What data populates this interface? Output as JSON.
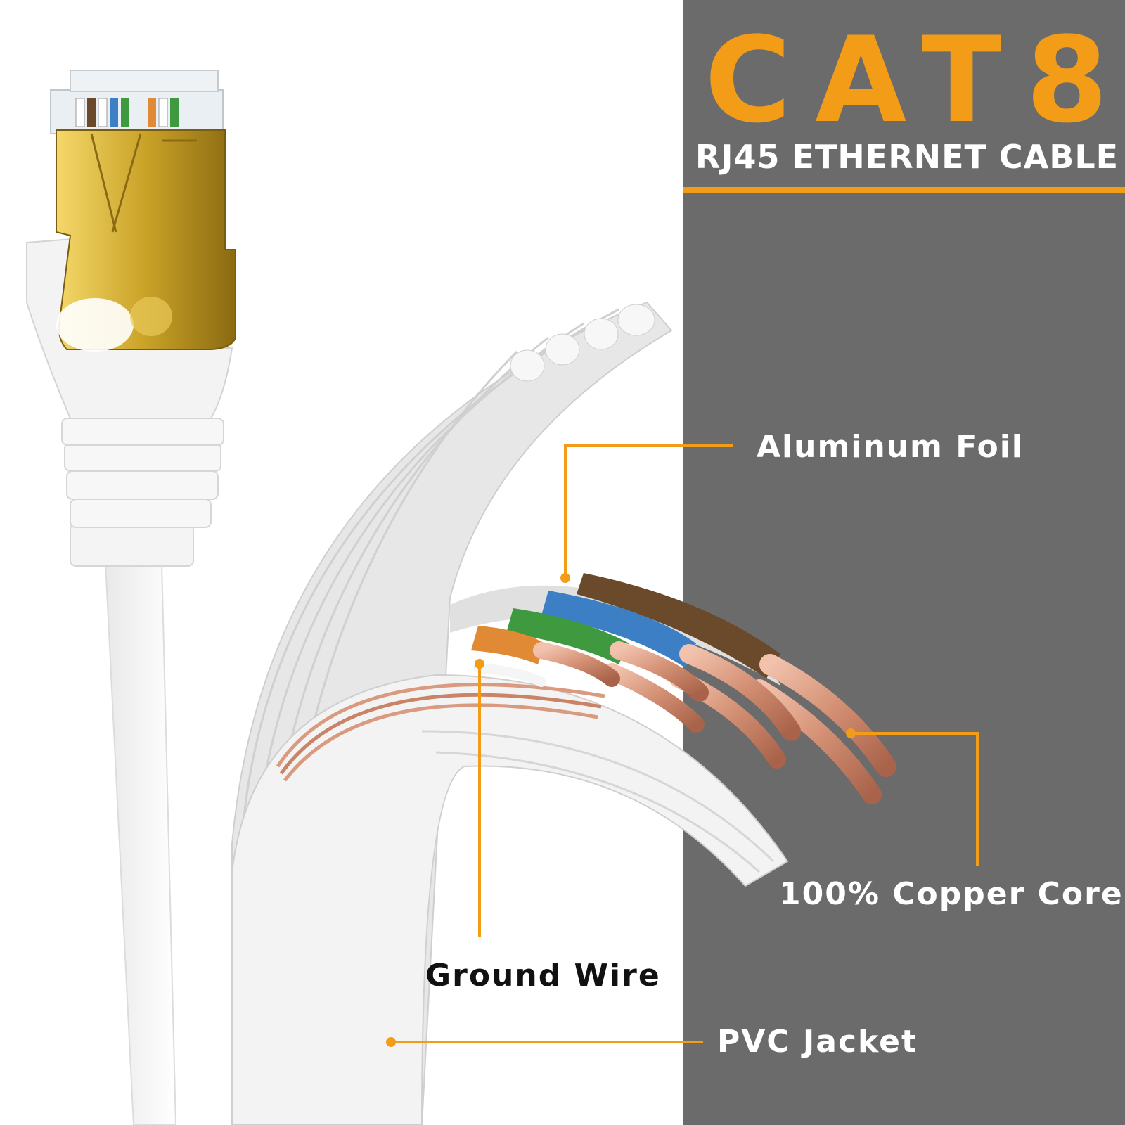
{
  "heading": {
    "title": "CAT8",
    "subtitle": "RJ45 ETHERNET CABLE"
  },
  "callouts": {
    "aluminum_foil": "Aluminum Foil",
    "copper_core": "100% Copper Core",
    "ground_wire": "Ground Wire",
    "pvc_jacket": "PVC Jacket"
  },
  "colors": {
    "accent": "#f39c18",
    "panel": "#6b6b6b",
    "cable": "#ffffff",
    "copper": "#d99a7f",
    "connector_gold": "#c9a227",
    "wire_brown": "#6b4a2b",
    "wire_blue": "#3d7fc4",
    "wire_green": "#3f9a3f",
    "wire_orange": "#e08a35"
  }
}
